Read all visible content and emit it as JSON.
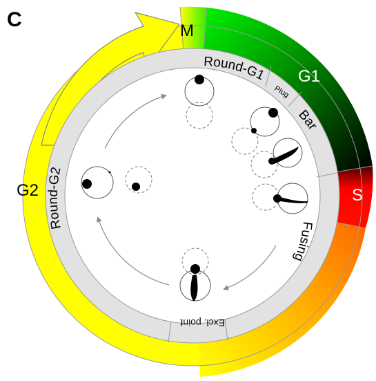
{
  "panel_letter": "C",
  "phases": {
    "mitosis": "M",
    "g1": "G1",
    "s": "S",
    "g2": "G2"
  },
  "stages": {
    "round_g1": "Round-G1",
    "plug": "Plug",
    "bar": "Bar",
    "fusing": "Fusing",
    "excl_point": "Excl. point",
    "round_g2": "Round-G2"
  },
  "colors": {
    "yellow": "#ffff00",
    "green": "#00ee00",
    "dark_green": "#001a00",
    "red": "#ff0000",
    "orange": "#ff8a00",
    "inner_ring": "#e2e2e2",
    "arrow_gray": "#8a8a8a"
  }
}
